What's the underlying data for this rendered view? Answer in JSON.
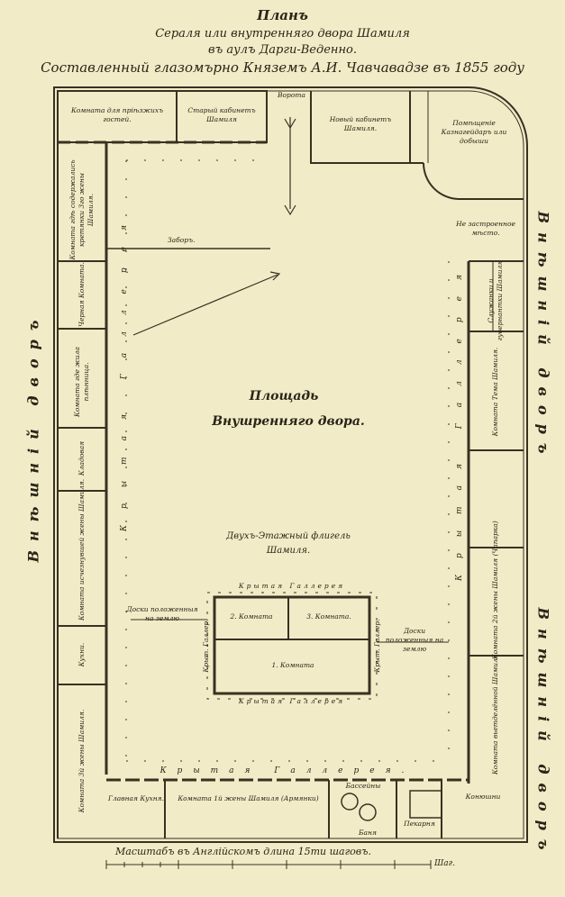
{
  "header": {
    "line1": "Планъ",
    "line2": "Сераля или внутренняго двора Шамиля",
    "line3": "въ аулъ Дарги-Веденно.",
    "line4": "Составленный глазомърно Княземъ А.И. Чавчавадзе въ 1855 году"
  },
  "outer": {
    "left": "Внѣшній дворъ",
    "right_top": "Внѣшній дворъ",
    "right_bottom": "Внѣшній дворъ"
  },
  "courtyard": {
    "title": "Площадь",
    "subtitle": "Внушренняго двора."
  },
  "rooms": {
    "guests": "Комната для прiѣзжихъ гостей.",
    "old_cabinet": "Старый кабинетъ Шамиля",
    "gate": "Ворота",
    "new_cabinet": "Новый кабинетъ Шамиля.",
    "kaznachei": "Помѣщенiе Казнагейдаръ или добыши",
    "unbuilt": "Не застроенное мѣсто.",
    "fence": "Заборъ.",
    "prisoners": "Комната гдѣ содержались кретянки 3го жены Шамиля.",
    "black_room": "Черная Комната.",
    "daughter_in_law": "Комната где жила плѣнница.",
    "storeroom": "Кладовая",
    "wife_room_left": "Комната исчезнувшей жены Шамиля.",
    "kitchen_left": "Кухни.",
    "wife3_room": "Комната 3й жены Шамиля.",
    "servants": "Служанки и гувернантки Шамиля",
    "shamil_room": "Комната Тема Шамиля.",
    "second_wife": "Комната 2й жены Шамиля (Чапарка)",
    "shamil_bedroom": "Комната вьетделённой Шамиля.",
    "main_kitchen": "Главная Кухня.",
    "wife1_room": "Комната 1й жены Шамиля (Армянки)",
    "pools": "Бассейны",
    "bakery": "Пекарня",
    "stables": "Конюшни",
    "bath": "Баня"
  },
  "galleries": {
    "left": "Крытая Галлерея",
    "right": "Крытая Галлерея",
    "bottom": "Крытая Галлерея.",
    "wing_top": "Крытая Галлерея",
    "wing_bottom": "Крытая Галлерея",
    "wing_left": "Крыт. Галлер.",
    "wing_right": "Крыт. Галлер."
  },
  "wing": {
    "title": "Двухъ-Этажный флигель",
    "title2": "Шамиля.",
    "room2": "2. Комната",
    "room3": "3. Комната.",
    "room1": "1. Комната",
    "boards_left": "Доски положенныя на землю",
    "boards_right": "Доски положенныя на землю"
  },
  "scale": {
    "label": "Масштабъ въ Англійскомъ длина 15ти шаговъ.",
    "unit": "Шаг."
  },
  "colors": {
    "paper": "#f1ebc7",
    "ink": "#2a2418",
    "wall": "#3a3022"
  }
}
